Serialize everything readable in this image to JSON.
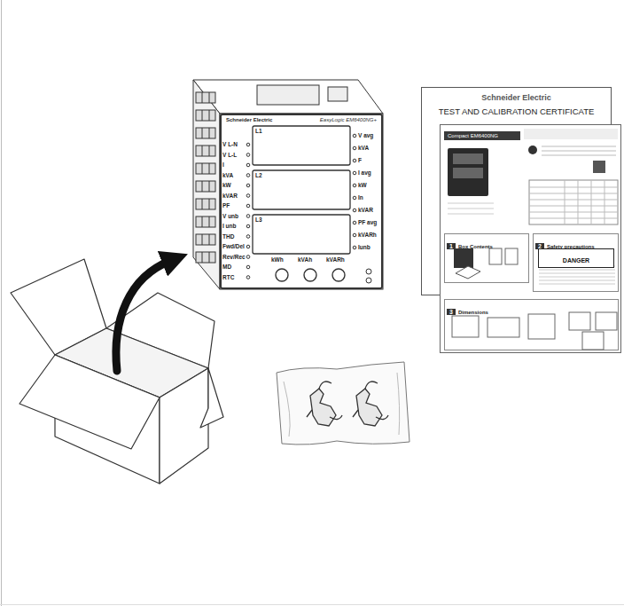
{
  "diagram": {
    "nodes": [
      {
        "text": [
          "Schneider Electric",
          "TEST AND CALIBRATION CERTIFICATE"
        ]
      },
      {
        "text": [
          "Compact EM6400NG"
        ]
      },
      {
        "text": [
          "1",
          "Box Contents"
        ],
        "in": 1
      },
      {
        "text": [
          "2",
          "Safety precautions"
        ],
        "in": 1
      },
      {
        "text": [
          "DANGER"
        ],
        "in": 3
      },
      {
        "text": [
          "3",
          "Dimensions"
        ],
        "in": 1
      },
      {
        "text": [
          "Schneider Electric",
          "EasyLogic EM6400NG+"
        ]
      }
    ],
    "labels": [
      "V L-N",
      "V L-L",
      "I",
      "kVA",
      "kW",
      "kVAR",
      "PF",
      "V unb",
      "I unb",
      "THD",
      "Fwd/Del",
      "Rev/Rec",
      "MD",
      "RTC",
      "V avg",
      "kVA",
      "F",
      "I avg",
      "kW",
      "In",
      "kVAR",
      "PF avg",
      "kVARh",
      "Iunb",
      "L1",
      "L2",
      "L3",
      "kWh",
      "kVAh",
      "kVARh"
    ]
  }
}
